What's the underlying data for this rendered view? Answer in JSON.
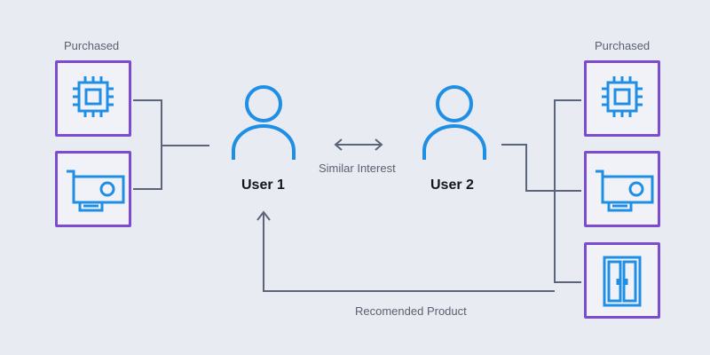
{
  "left_group": {
    "title": "Purchased"
  },
  "right_group": {
    "title": "Purchased"
  },
  "users": [
    {
      "label": "User 1"
    },
    {
      "label": "User 2"
    }
  ],
  "relation": {
    "label": "Similar Interest"
  },
  "recommendation": {
    "label": "Recomended Product"
  },
  "icons": [
    "cpu-chip-icon",
    "graphics-card-icon",
    "cabinet-icon",
    "user-icon",
    "double-arrow-icon"
  ],
  "colors": {
    "background": "#e8ecf2",
    "box_border": "#7c4bd0",
    "icon": "#1f8fe6",
    "connector": "#5b6478",
    "text": "#5b6170"
  }
}
